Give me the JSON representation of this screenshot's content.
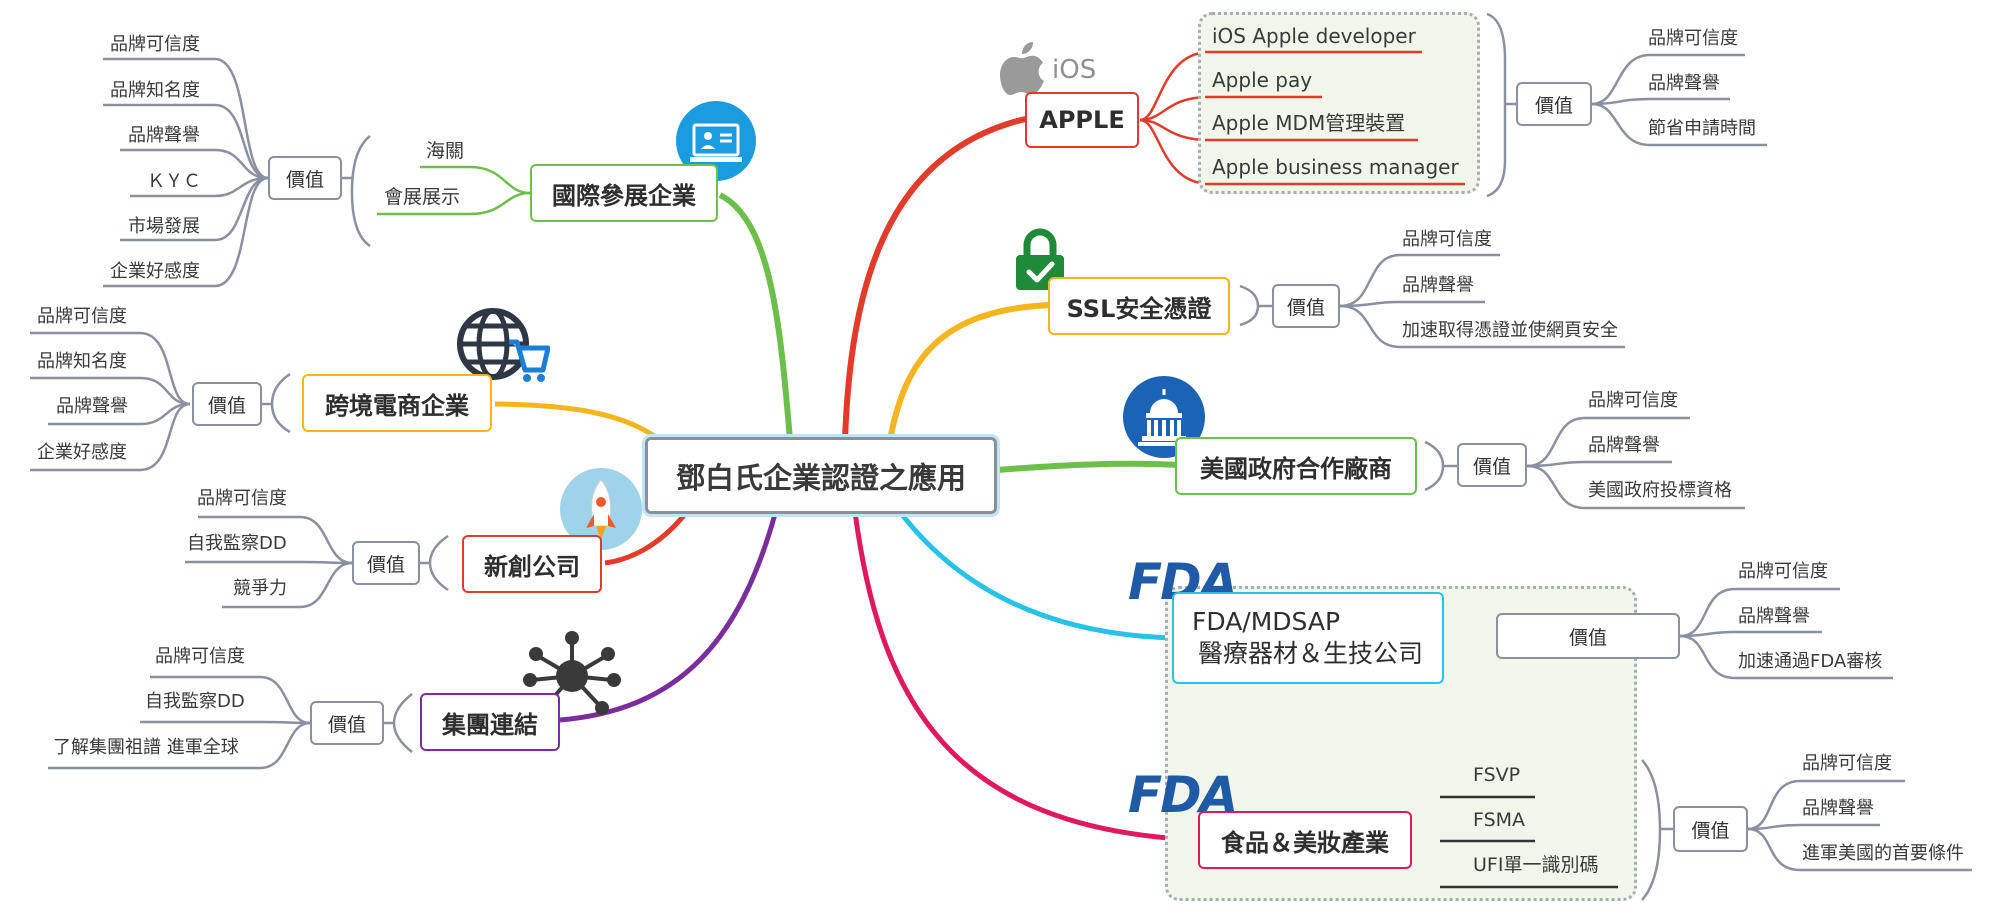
{
  "center": "鄧白氏企業認證之應用",
  "branches": {
    "apple": {
      "title": "APPLE",
      "ios_label": "iOS",
      "items": [
        "iOS Apple developer",
        "Apple pay",
        "Apple MDM管理裝置",
        "Apple business manager"
      ],
      "value": "價值",
      "leaves": [
        "品牌可信度",
        "品牌聲譽",
        "節省申請時間"
      ],
      "color": "#e23b2a"
    },
    "ssl": {
      "title": "SSL安全憑證",
      "value": "價值",
      "leaves": [
        "品牌可信度",
        "品牌聲譽",
        "加速取得憑證並使網頁安全"
      ],
      "color": "#f6b41f"
    },
    "gov": {
      "title": "美國政府合作廠商",
      "value": "價值",
      "leaves": [
        "品牌可信度",
        "品牌聲譽",
        "美國政府投標資格"
      ],
      "color": "#6cc04a"
    },
    "fda": {
      "title_line1": "FDA/MDSAP",
      "title_line2": "醫療器材＆生技公司",
      "logo": "FDA",
      "value": "價值",
      "leaves": [
        "品牌可信度",
        "品牌聲譽",
        "加速通過FDA審核"
      ],
      "color": "#27c2e6"
    },
    "food": {
      "title": "食品＆美妝產業",
      "logo": "FDA",
      "items": [
        "FSVP",
        "FSMA",
        "UFI單一識別碼"
      ],
      "value": "價值",
      "leaves": [
        "品牌可信度",
        "品牌聲譽",
        "進軍美國的首要條件"
      ],
      "color": "#e0195e"
    },
    "expo": {
      "title": "國際參展企業",
      "items": [
        "海關",
        "會展展示"
      ],
      "value": "價值",
      "leaves": [
        "品牌可信度",
        "品牌知名度",
        "品牌聲譽",
        "ＫＹＣ",
        "市場發展",
        "企業好感度"
      ],
      "color": "#6cc04a"
    },
    "ecom": {
      "title": "跨境電商企業",
      "value": "價值",
      "leaves": [
        "品牌可信度",
        "品牌知名度",
        "品牌聲譽",
        "企業好感度"
      ],
      "color": "#f6b41f"
    },
    "startup": {
      "title": "新創公司",
      "value": "價值",
      "leaves": [
        "品牌可信度",
        "自我監察DD",
        "競爭力"
      ],
      "color": "#e23b2a"
    },
    "group": {
      "title": "集團連結",
      "value": "價值",
      "leaves": [
        "品牌可信度",
        "自我監察DD",
        "了解集團祖譜 進軍全球"
      ],
      "color": "#7b2d9e"
    }
  }
}
